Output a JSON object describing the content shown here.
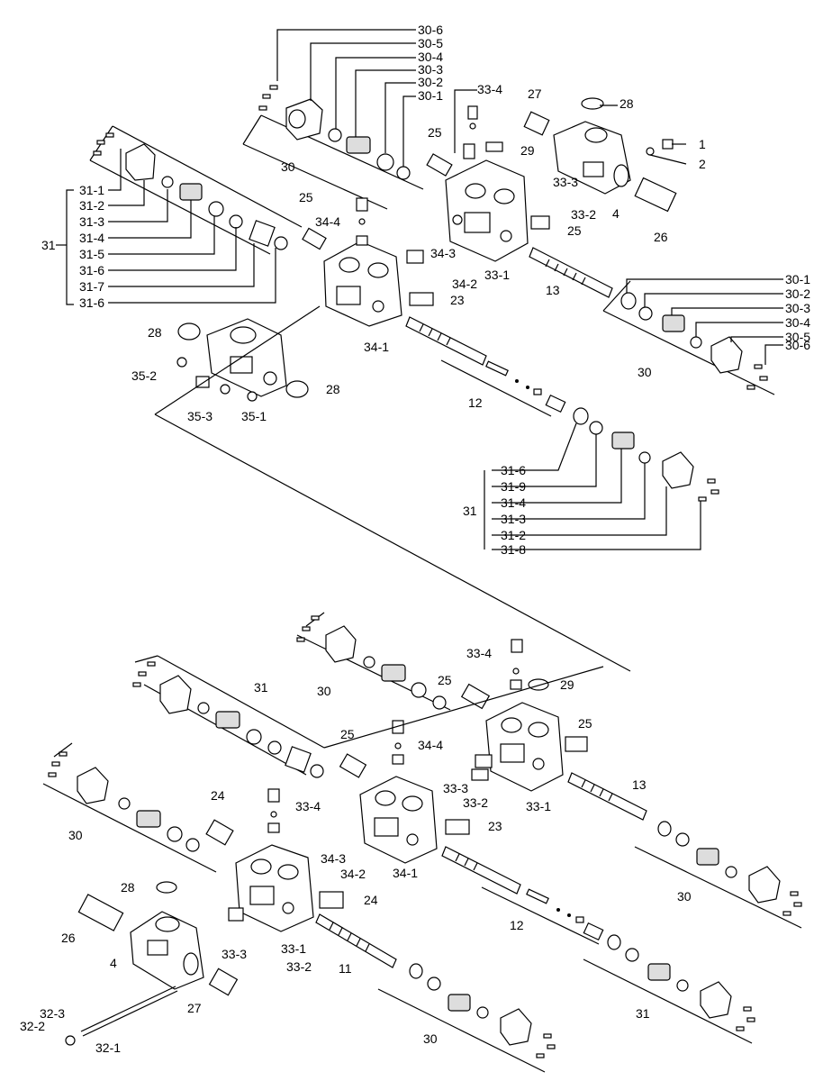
{
  "labels": {
    "top": [
      "30-6",
      "30-5",
      "30-4",
      "30-3",
      "30-2",
      "30-1",
      "30",
      "33-4",
      "27",
      "28",
      "1",
      "2",
      "25",
      "29",
      "33-3",
      "33-2",
      "4",
      "26",
      "25",
      "33-1",
      "13",
      "31-1",
      "31-2",
      "31-3",
      "31-4",
      "31-5",
      "31-6",
      "31-7",
      "31-6",
      "31",
      "25",
      "34-4",
      "34-3",
      "34-2",
      "23",
      "34-1",
      "28",
      "35-2",
      "35-3",
      "35-1",
      "28",
      "12",
      "30-1",
      "30-2",
      "30-3",
      "30-4",
      "30-5",
      "30-6",
      "30",
      "31-6",
      "31-9",
      "31-4",
      "31-3",
      "31-2",
      "31-8",
      "31"
    ],
    "bottom": [
      "33-4",
      "30",
      "29",
      "25",
      "25",
      "31",
      "25",
      "34-4",
      "33-3",
      "33-2",
      "13",
      "33-1",
      "24",
      "33-4",
      "23",
      "30",
      "34-3",
      "34-2",
      "34-1",
      "24",
      "12",
      "30",
      "28",
      "26",
      "4",
      "33-3",
      "33-2",
      "33-1",
      "11",
      "27",
      "31",
      "32-3",
      "32-2",
      "32-1",
      "30"
    ]
  }
}
